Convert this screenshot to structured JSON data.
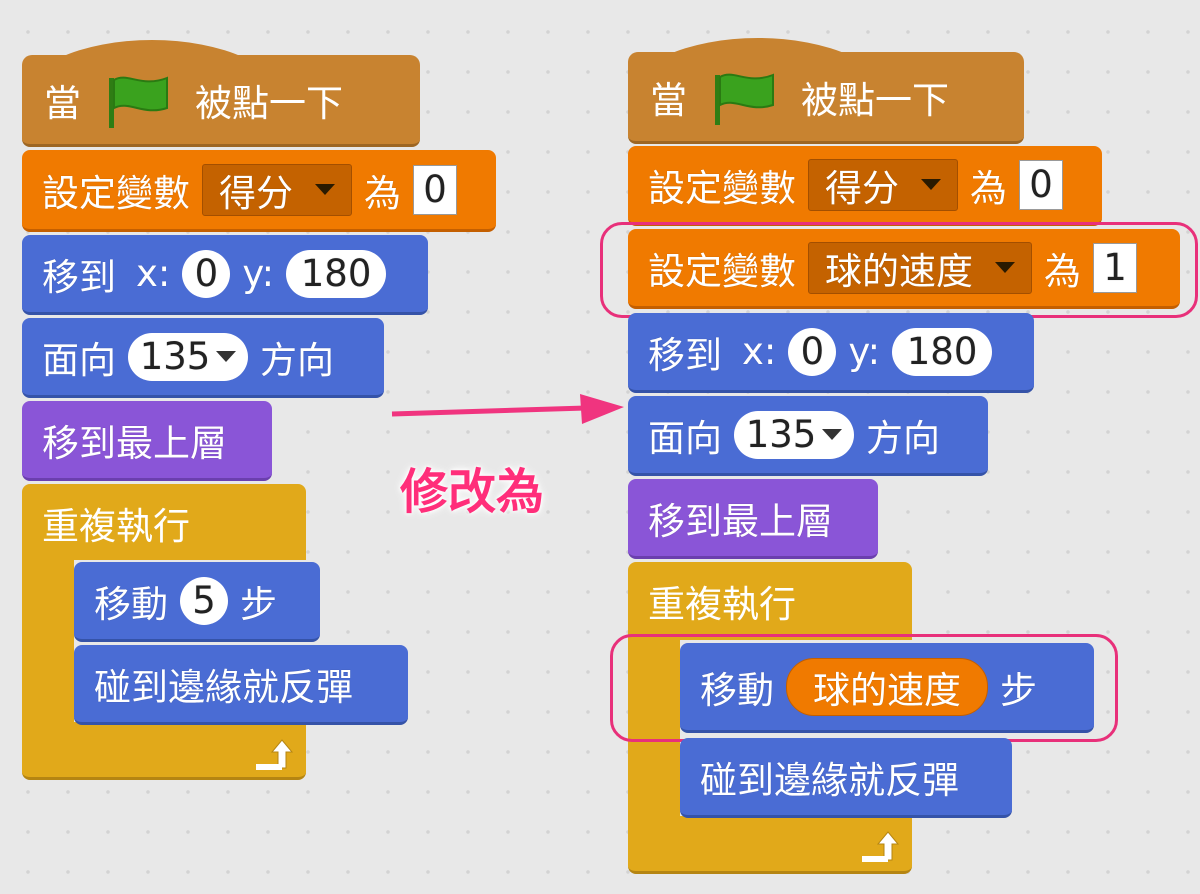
{
  "left_script": {
    "hat": {
      "prefix": "當",
      "suffix": "被點一下",
      "flag_icon": "green-flag-icon"
    },
    "set_var": {
      "label": "設定變數",
      "variable": "得分",
      "to_label": "為",
      "value": "0"
    },
    "goto": {
      "label": "移到",
      "x_label": "x:",
      "x": "0",
      "y_label": "y:",
      "y": "180"
    },
    "point": {
      "label": "面向",
      "value": "135",
      "suffix": "方向"
    },
    "front": {
      "label": "移到最上層"
    },
    "forever": {
      "label": "重複執行"
    },
    "move": {
      "label": "移動",
      "value": "5",
      "suffix": "步"
    },
    "bounce": {
      "label": "碰到邊緣就反彈"
    }
  },
  "right_script": {
    "hat": {
      "prefix": "當",
      "suffix": "被點一下",
      "flag_icon": "green-flag-icon"
    },
    "set_var1": {
      "label": "設定變數",
      "variable": "得分",
      "to_label": "為",
      "value": "0"
    },
    "set_var2": {
      "label": "設定變數",
      "variable": "球的速度",
      "to_label": "為",
      "value": "1"
    },
    "goto": {
      "label": "移到",
      "x_label": "x:",
      "x": "0",
      "y_label": "y:",
      "y": "180"
    },
    "point": {
      "label": "面向",
      "value": "135",
      "suffix": "方向"
    },
    "front": {
      "label": "移到最上層"
    },
    "forever": {
      "label": "重複執行"
    },
    "move": {
      "label": "移動",
      "variable": "球的速度",
      "suffix": "步"
    },
    "bounce": {
      "label": "碰到邊緣就反彈"
    }
  },
  "annotation": {
    "text": "修改為"
  },
  "colors": {
    "events": "#c88330",
    "data": "#f07a00",
    "motion": "#4a6cd4",
    "looks": "#8a55d7",
    "control": "#e1a91a",
    "highlight": "#e8307a",
    "arrow": "#f0347f"
  }
}
